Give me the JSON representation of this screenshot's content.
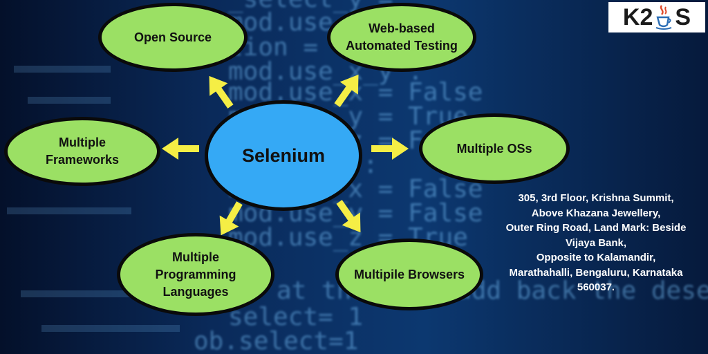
{
  "center": {
    "label": "Selenium"
  },
  "nodes": {
    "open_source": {
      "lines": [
        "Open Source"
      ]
    },
    "web_testing": {
      "lines": [
        "Web-based",
        "Automated Testing"
      ]
    },
    "frameworks": {
      "lines": [
        "Multiple",
        "Frameworks"
      ]
    },
    "oss": {
      "lines": [
        "Multiple OSs"
      ]
    },
    "languages": {
      "lines": [
        "Multiple",
        "Programming",
        "Languages"
      ]
    },
    "browsers": {
      "lines": [
        "Multipile Browsers"
      ]
    }
  },
  "logo": {
    "left": "K2",
    "right": "S",
    "icon": "java-cup-icon"
  },
  "address": {
    "lines": [
      "305, 3rd Floor, Krishna Summit,",
      "Above Khazana Jewellery,",
      "Outer Ring Road, Land Mark: Beside",
      "Vijaya Bank,",
      "Opposite to Kalamandir,",
      "Marathahalli, Bengaluru, Karnataka",
      "560037."
    ]
  },
  "colors": {
    "node_fill": "#9be064",
    "center_fill": "#35a9f5",
    "arrow": "#f5ee45",
    "background": "#06152e"
  }
}
